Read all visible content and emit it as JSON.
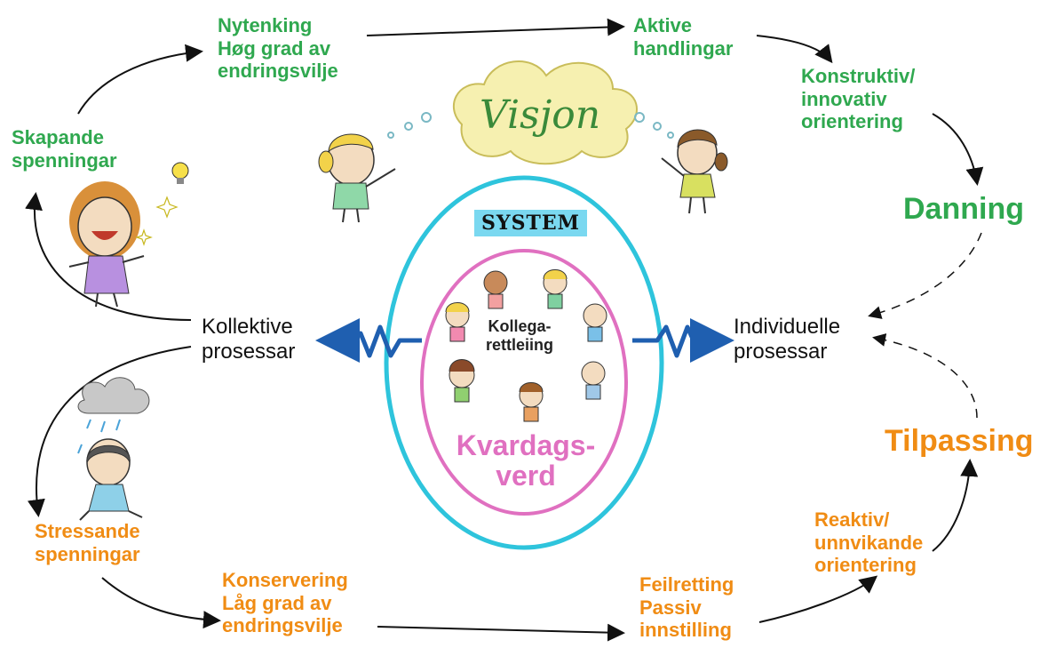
{
  "labels": {
    "nytenking": "Nytenking\nHøg grad av\nendringsvilje",
    "aktive": "Aktive\nhandlingar",
    "konstruktiv": "Konstruktiv/\ninnovativ\norientering",
    "danning": "Danning",
    "skapande": "Skapande\nspenningar",
    "kollektive": "Kollektive\nprosessar",
    "individuelle": "Individuelle\nprosessar",
    "tilpassing": "Tilpassing",
    "stressande": "Stressande\nspenningar",
    "konservering": "Konservering\nLåg grad av\nendringsvilje",
    "feilretting": "Feilretting\nPassiv\ninnstilling",
    "reaktiv": "Reaktiv/\nunnvikande\norientering",
    "system": "SYSTEM",
    "visjon": "Visjon",
    "kollega": "Kollega-\nrettleiing",
    "kvardag": "Kvardags-\nverd"
  },
  "colors": {
    "green": "#2fa84f",
    "orange": "#f08c14",
    "cyan_ellipse": "#2ec4dc",
    "pink_ellipse": "#e070c0",
    "blue_arrow": "#1f5fb0"
  }
}
